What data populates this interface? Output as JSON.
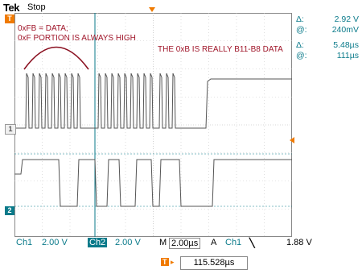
{
  "header": {
    "brand": "Tek",
    "status": "Stop"
  },
  "measurements": {
    "delta_v_symbol": "Δ:",
    "delta_v": "2.92 V",
    "at_v_symbol": "@:",
    "at_v": "240mV",
    "delta_t_symbol": "Δ:",
    "delta_t": "5.48µs",
    "at_t_symbol": "@:",
    "at_t": "111µs"
  },
  "annotations": {
    "line1": "0xFB = DATA;",
    "line2": "0xF PORTION IS ALWAYS HIGH",
    "right": "THE 0xB IS REALLY B11-B8 DATA"
  },
  "markers": {
    "trigger": "T",
    "ch1": "1",
    "ch2": "2"
  },
  "bottom": {
    "ch1_label": "Ch1",
    "ch1_scale": "2.00 V",
    "ch2_label": "Ch2",
    "ch2_scale": "2.00 V",
    "m_label": "M",
    "m_time": "2.00µs",
    "acq_label": "A",
    "trig_source": "Ch1",
    "trig_slope_icon": "falling-edge-icon",
    "trig_level": "1.88 V"
  },
  "trigger_position": {
    "label": "T",
    "value": "115.528µs"
  },
  "colors": {
    "trace": "#555555",
    "accent": "#0a7a8a",
    "annotation": "#a0162a",
    "trigger_orange": "#f07a00"
  }
}
